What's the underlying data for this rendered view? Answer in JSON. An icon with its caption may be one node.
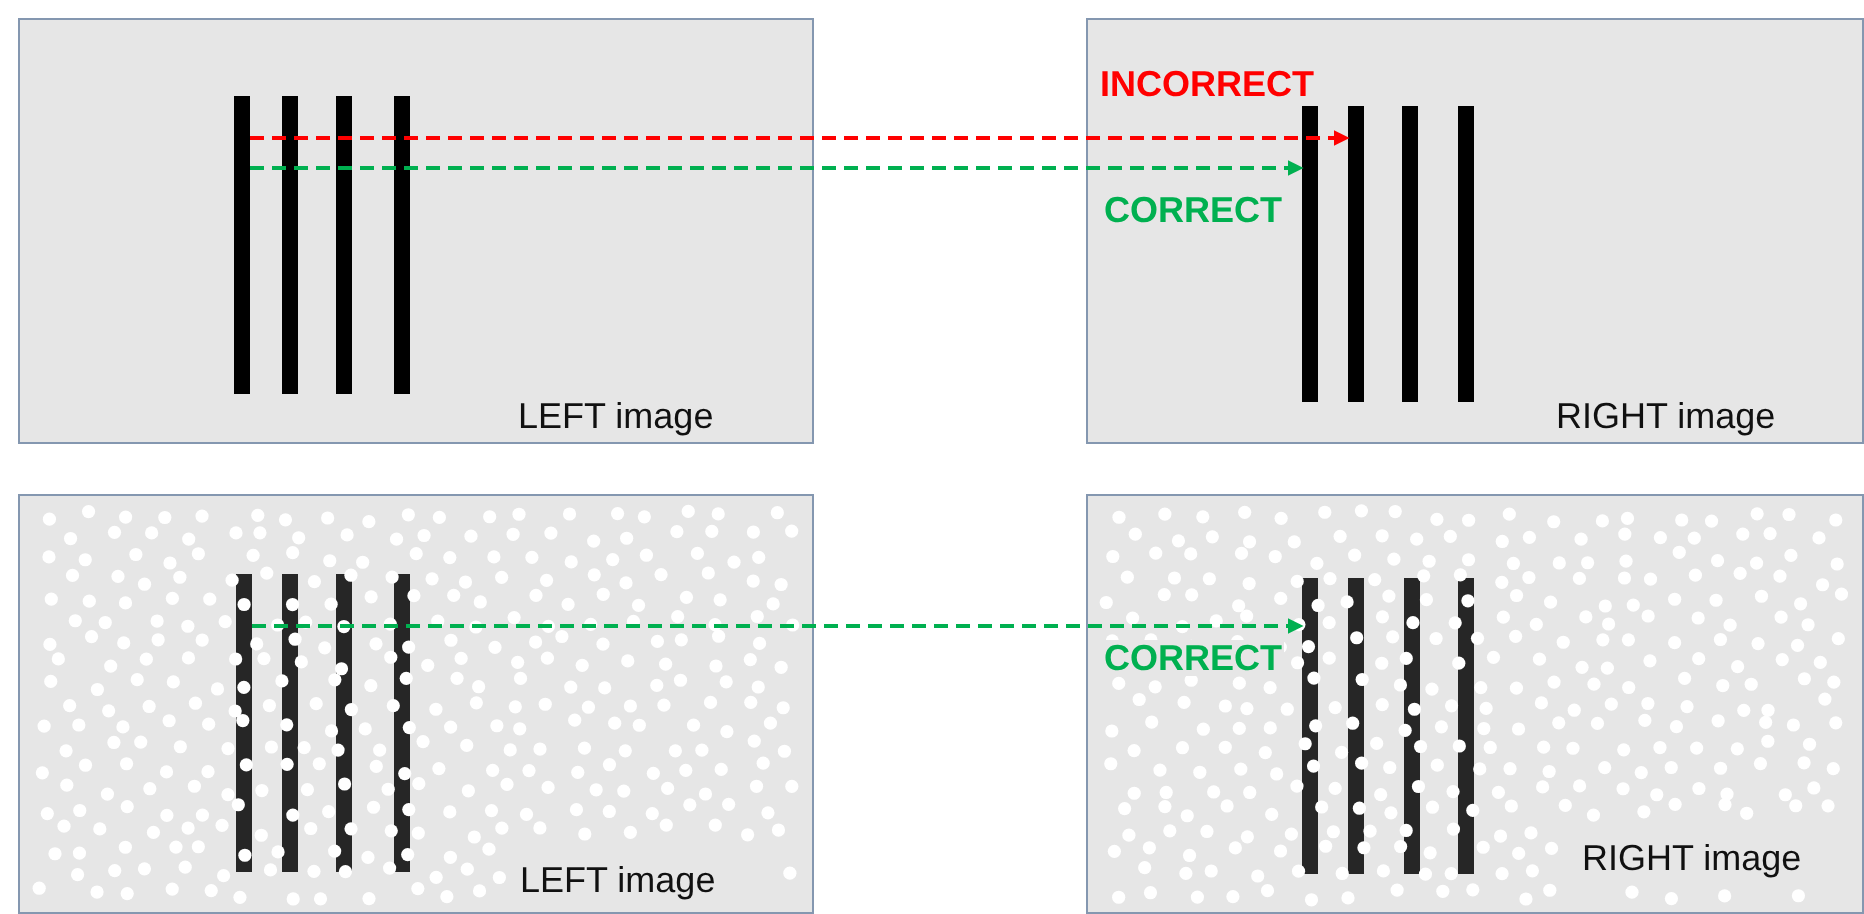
{
  "diagram": {
    "nodes": [
      {
        "text": [
          "LEFT image"
        ]
      },
      {
        "text": [],
        "shape": "bar",
        "in": 0
      },
      {
        "text": [],
        "shape": "bar",
        "in": 0
      },
      {
        "text": [],
        "shape": "bar",
        "in": 0
      },
      {
        "text": [],
        "shape": "bar",
        "in": 0
      },
      {
        "text": [
          "RIGHT image"
        ]
      },
      {
        "text": [],
        "shape": "bar",
        "in": 5
      },
      {
        "text": [],
        "shape": "bar",
        "in": 5
      },
      {
        "text": [],
        "shape": "bar",
        "in": 5
      },
      {
        "text": [],
        "shape": "bar",
        "in": 5
      },
      {
        "text": [
          "LEFT image"
        ]
      },
      {
        "text": [],
        "shape": "bar",
        "in": 10
      },
      {
        "text": [],
        "shape": "bar",
        "in": 10
      },
      {
        "text": [],
        "shape": "bar",
        "in": 10
      },
      {
        "text": [],
        "shape": "bar",
        "in": 10
      },
      {
        "text": [
          "RIGHT image"
        ]
      },
      {
        "text": [],
        "shape": "bar",
        "in": 15
      },
      {
        "text": [],
        "shape": "bar",
        "in": 15
      },
      {
        "text": [],
        "shape": "bar",
        "in": 15
      },
      {
        "text": [],
        "shape": "bar",
        "in": 15
      }
    ],
    "edges": [
      {
        "from": 1,
        "to": 7,
        "arrow": "to",
        "label": "INCORRECT",
        "style": "dashed",
        "color": "#ff0000"
      },
      {
        "from": 1,
        "to": 6,
        "arrow": "to",
        "label": "CORRECT",
        "style": "dashed"
      },
      {
        "from": 11,
        "to": 16,
        "arrow": "to",
        "label": "CORRECT",
        "style": "dashed"
      }
    ]
  }
}
